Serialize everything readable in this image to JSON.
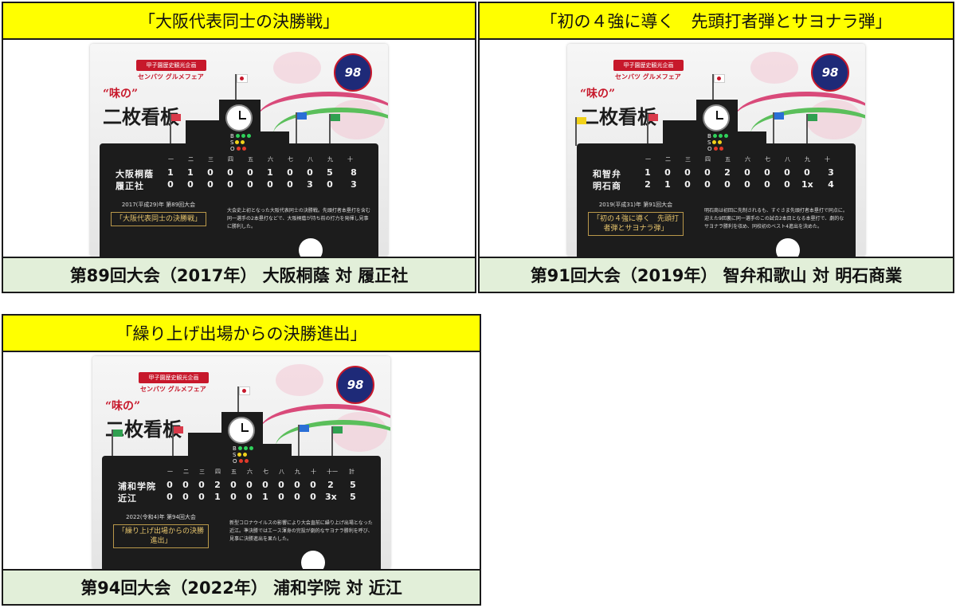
{
  "cards": [
    {
      "title": "「大阪代表同士の決勝戦」",
      "caption": "第89回大会（2017年） 大阪桐蔭 対 履正社",
      "board": {
        "innings": [
          "一",
          "二",
          "三",
          "四",
          "五",
          "六",
          "七",
          "八",
          "九",
          "十"
        ],
        "total_label": "",
        "teams": [
          {
            "name": "大阪桐蔭",
            "scores": [
              "1",
              "1",
              "0",
              "0",
              "0",
              "1",
              "0",
              "0",
              "5",
              ""
            ],
            "total": "8"
          },
          {
            "name": "履正社",
            "scores": [
              "0",
              "0",
              "0",
              "0",
              "0",
              "0",
              "0",
              "3",
              "0",
              ""
            ],
            "total": "3"
          }
        ],
        "year_line": "2017(平成29)年 第89回大会",
        "headline": "「大阪代表同士の決勝戦」",
        "body": "大会史上初となった大阪代表同士の決勝戦。先頭打者本塁打を含む同一選手の2本塁打などで、大阪桐蔭が持ち前の打力を発揮し見事に勝利した。"
      }
    },
    {
      "title": "「初の４強に導く　先頭打者弾とサヨナラ弾」",
      "caption": "第91回大会（2019年） 智弁和歌山 対 明石商業",
      "board": {
        "innings": [
          "一",
          "二",
          "三",
          "四",
          "五",
          "六",
          "七",
          "八",
          "九",
          "十"
        ],
        "total_label": "",
        "teams": [
          {
            "name": "和智弁",
            "scores": [
              "1",
              "0",
              "0",
              "0",
              "2",
              "0",
              "0",
              "0",
              "0",
              ""
            ],
            "total": "3"
          },
          {
            "name": "明石商",
            "scores": [
              "2",
              "1",
              "0",
              "0",
              "0",
              "0",
              "0",
              "0",
              "1x",
              ""
            ],
            "total": "4"
          }
        ],
        "year_line": "2019(平成31)年 第91回大会",
        "headline": "「初の４強に導く　先頭打者弾とサヨナラ弾」",
        "body": "明石商は初回に先制されるも、すぐさま先頭打者本塁打で同点に。迎えた9回裏に同一選手のこの試合2本目となる本塁打で、劇的なサヨナラ勝利を収め、同校初のベスト4進出を決めた。"
      }
    },
    {
      "title": "「繰り上げ出場からの決勝進出」",
      "caption": "第94回大会（2022年） 浦和学院 対 近江",
      "board": {
        "innings": [
          "一",
          "二",
          "三",
          "四",
          "五",
          "六",
          "七",
          "八",
          "九",
          "十",
          "十一"
        ],
        "total_label": "計",
        "teams": [
          {
            "name": "浦和学院",
            "scores": [
              "0",
              "0",
              "0",
              "2",
              "0",
              "0",
              "0",
              "0",
              "0",
              "0",
              "2"
            ],
            "total": "5"
          },
          {
            "name": "近江",
            "scores": [
              "0",
              "0",
              "0",
              "1",
              "0",
              "0",
              "1",
              "0",
              "0",
              "0",
              "3x"
            ],
            "total": "5"
          }
        ],
        "year_line": "2022(令和4)年 第94回大会",
        "headline": "「繰り上げ出場からの決勝進出」",
        "body": "新型コロナウイルスの影響により大会直前に繰り上げ出場となった近江。準決勝ではエース渾身の完投が劇的なサヨナラ勝利を呼び、見事に決勝進出を果たした。"
      }
    }
  ],
  "product": {
    "logo_main": "二枚看板",
    "logo_prefix": "“味の”",
    "banner": "甲子園歴史観光企画",
    "brand": "センバツ グルメフェア",
    "badge": "98",
    "bso": [
      "B",
      "S",
      "O"
    ]
  },
  "colors": {
    "header": "#ffff00",
    "caption": "#e2efd9",
    "board": "#1c1c1c",
    "accent": "#c7182b"
  }
}
